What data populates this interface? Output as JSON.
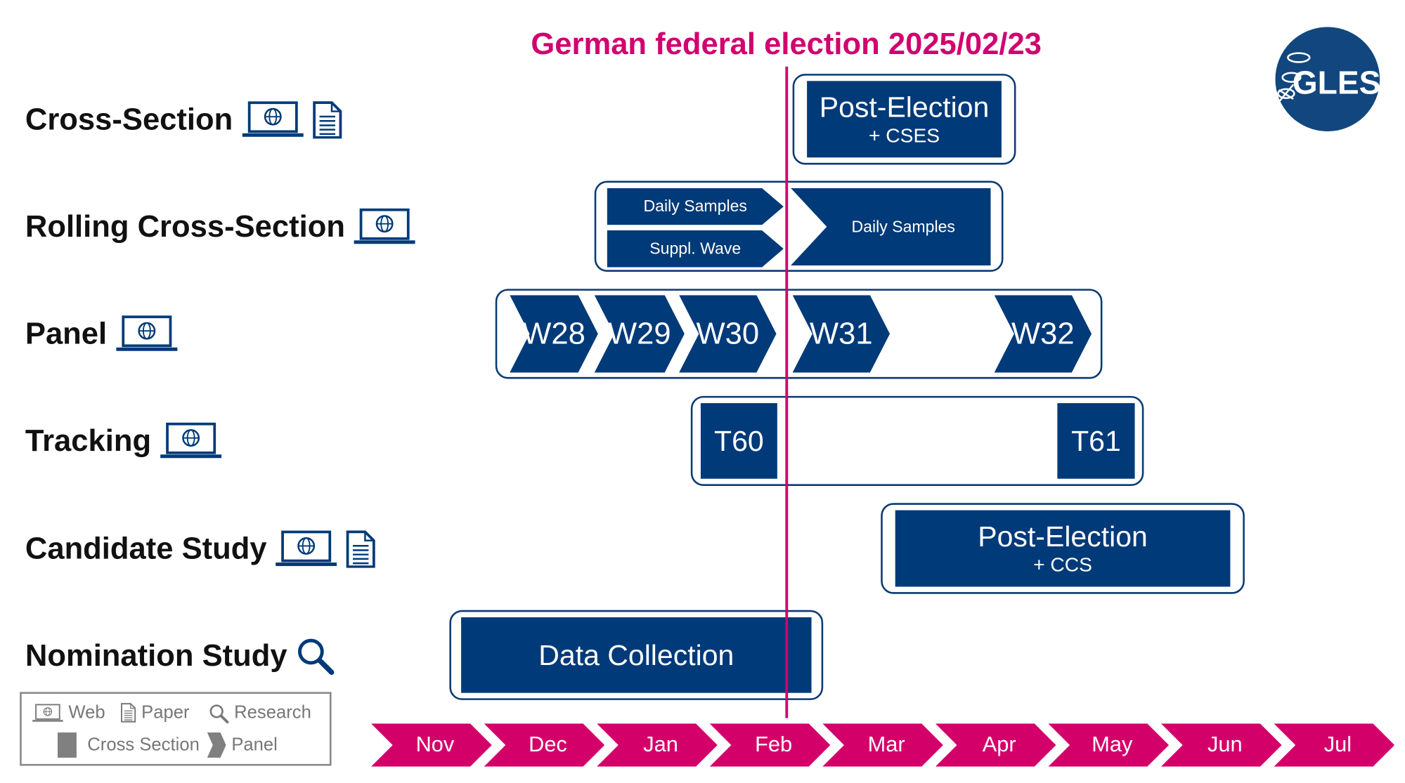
{
  "title": "German federal election 2025/02/23",
  "logo_text": "GLES",
  "colors": {
    "navy": "#003a78",
    "accent": "#d0006f",
    "legend_gray": "#777777"
  },
  "rows": [
    {
      "label": "Cross-Section",
      "icons": [
        "laptop-globe-icon",
        "document-icon"
      ]
    },
    {
      "label": "Rolling Cross-Section",
      "icons": [
        "laptop-globe-icon"
      ]
    },
    {
      "label": "Panel",
      "icons": [
        "laptop-globe-icon"
      ]
    },
    {
      "label": "Tracking",
      "icons": [
        "laptop-globe-icon"
      ]
    },
    {
      "label": "Candidate Study",
      "icons": [
        "laptop-globe-icon",
        "document-icon"
      ]
    },
    {
      "label": "Nomination Study",
      "icons": [
        "magnifier-icon"
      ]
    }
  ],
  "cross_section": {
    "main": "Post-Election",
    "sub": "+ CSES"
  },
  "rcs": {
    "daily1": "Daily Samples",
    "suppl": "Suppl. Wave",
    "daily2": "Daily Samples"
  },
  "panel": [
    "W28",
    "W29",
    "W30",
    "W31",
    "W32"
  ],
  "tracking": [
    "T60",
    "T61"
  ],
  "candidate": {
    "main": "Post-Election",
    "sub": "+ CCS"
  },
  "nomination": {
    "main": "Data Collection"
  },
  "legend": {
    "web": "Web",
    "paper": "Paper",
    "research": "Research",
    "cross_section": "Cross Section",
    "panel": "Panel"
  },
  "months": [
    "Nov",
    "Dec",
    "Jan",
    "Feb",
    "Mar",
    "Apr",
    "May",
    "Jun",
    "Jul"
  ]
}
